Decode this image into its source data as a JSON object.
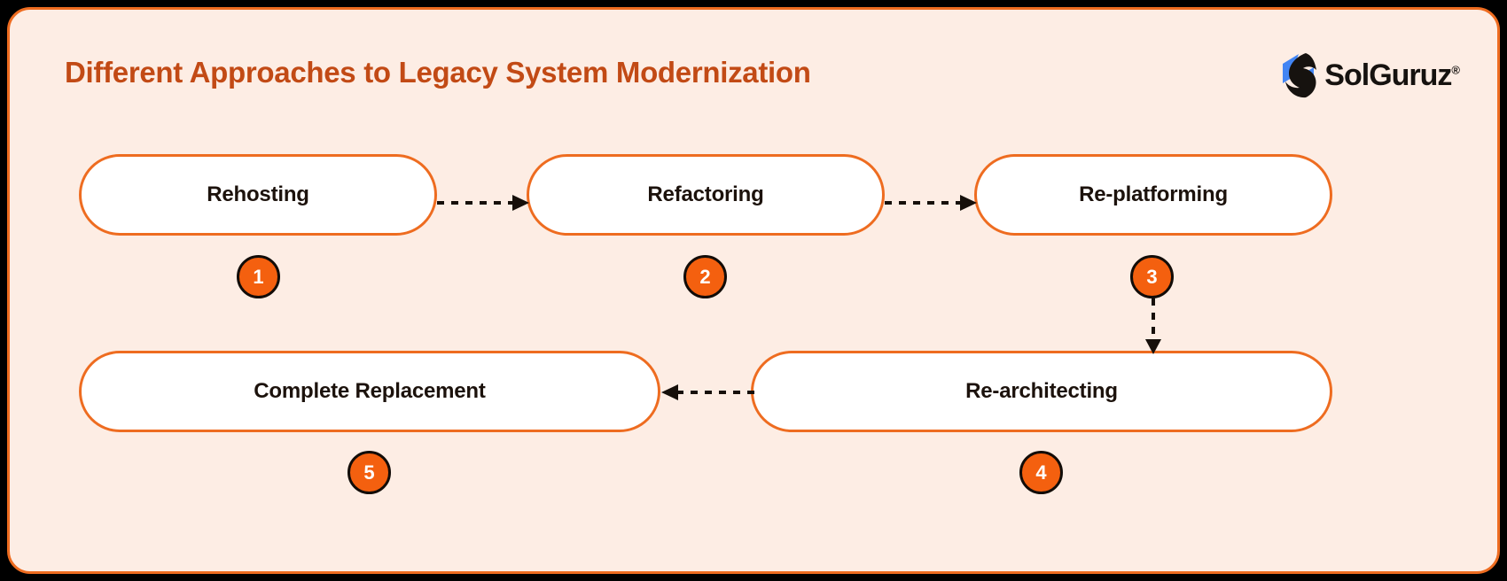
{
  "header": {
    "title": "Different Approaches to Legacy System Modernization",
    "logo_text": "SolGuruz",
    "logo_registered": "®",
    "logo_icon": "solguruz-hexagon-s-mark"
  },
  "colors": {
    "page_background": "#000000",
    "canvas_background": "#FDEDE4",
    "canvas_border": "#EE6C20",
    "title_text": "#C24A15",
    "node_fill": "#FFFFFF",
    "node_border": "#EE6C20",
    "node_text": "#1C120C",
    "badge_fill": "#F4600F",
    "badge_border": "#120C08",
    "badge_text": "#FFFFFF",
    "arrow": "#160F0A",
    "logo_blue": "#4285F4",
    "logo_dark": "#16120F"
  },
  "diagram": {
    "type": "flow",
    "nodes": [
      {
        "id": 1,
        "label": "Rehosting",
        "number": "1"
      },
      {
        "id": 2,
        "label": "Refactoring",
        "number": "2"
      },
      {
        "id": 3,
        "label": "Re-platforming",
        "number": "3"
      },
      {
        "id": 4,
        "label": "Re-architecting",
        "number": "4"
      },
      {
        "id": 5,
        "label": "Complete Replacement",
        "number": "5"
      }
    ],
    "connectors": [
      {
        "from": "Rehosting",
        "to": "Refactoring",
        "direction": "right",
        "style": "dashed"
      },
      {
        "from": "Refactoring",
        "to": "Re-platforming",
        "direction": "right",
        "style": "dashed"
      },
      {
        "from": "Re-platforming",
        "to": "Re-architecting",
        "direction": "down",
        "style": "dashed"
      },
      {
        "from": "Re-architecting",
        "to": "Complete Replacement",
        "direction": "left",
        "style": "dashed"
      }
    ]
  }
}
